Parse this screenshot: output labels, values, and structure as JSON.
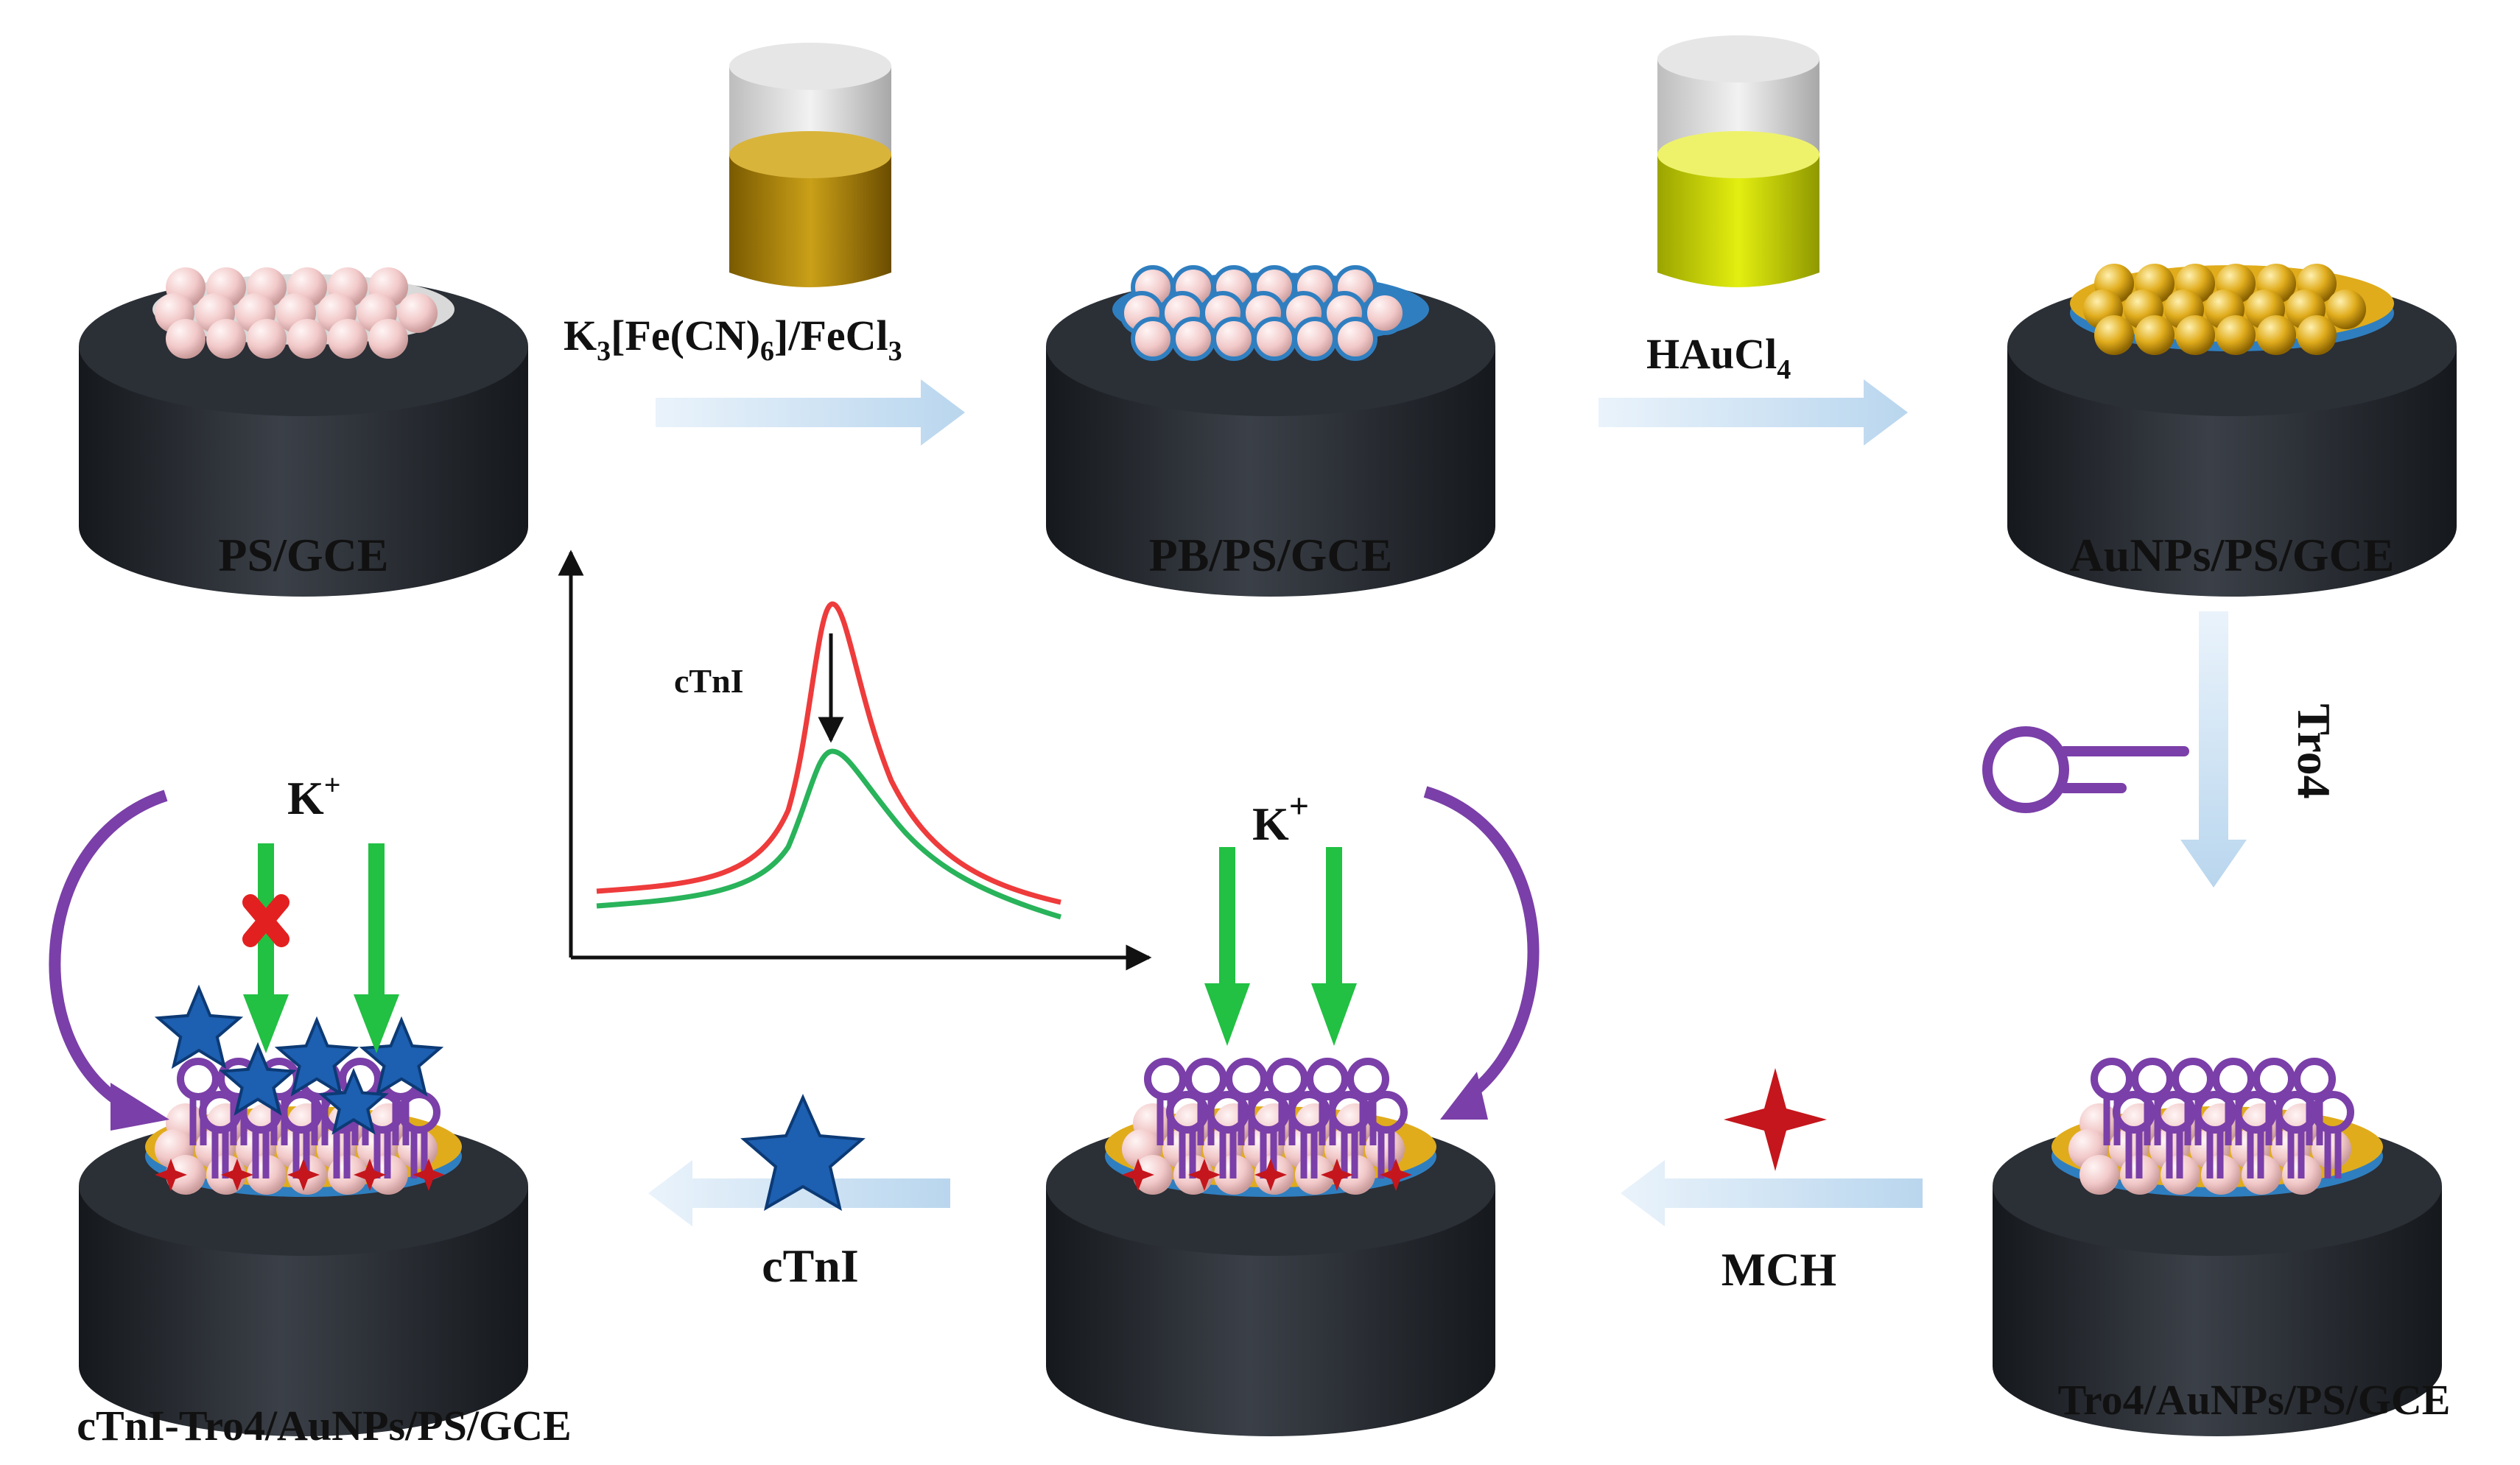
{
  "colors": {
    "electrode": "#2b2f36",
    "electrode_side": "#1f2328",
    "ps_sphere": "#f2c9c9",
    "pb_layer": "#2f7fc0",
    "gold": "#e0ac1c",
    "aptamer": "#7a3fa8",
    "k_arrow": "#22c043",
    "flow_arrow": "#cfe3f4",
    "star": "#1d5fb0",
    "mch": "#c4161c",
    "curve_red": "#ee3b3b",
    "curve_green": "#29b35a"
  },
  "labels": {
    "ps_gce": "PS/GCE",
    "reagent_1": "K3[Fe(CN)6]/FeCl3",
    "pb_ps_gce": "PB/PS/GCE",
    "reagent_2": "HAuCl4",
    "aunps_ps_gce": "AuNPs/PS/GCE",
    "reagent_3": "Tro4",
    "tro4_electrode": "Tro4/AuNPs/PS/GCE",
    "reagent_4": "MCH",
    "reagent_5": "cTnI",
    "final_electrode": "cTnI-Tro4/AuNPs/PS/GCE",
    "k_plus_left": "K+",
    "k_plus_right": "K+",
    "plot_ctni": "cTnI"
  },
  "icons": [
    "electrode-icon",
    "vial-icon",
    "aptamer-hairpin-icon",
    "star-icon",
    "mch-sparkle-icon",
    "blocked-x-icon"
  ]
}
